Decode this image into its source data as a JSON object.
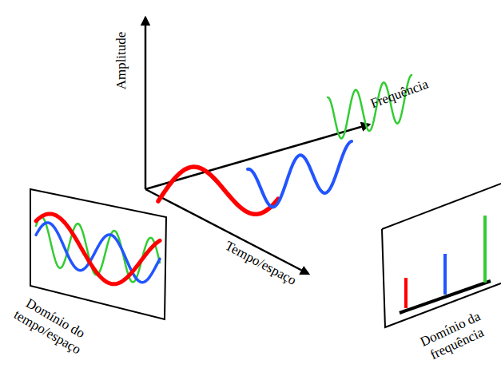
{
  "diagram": {
    "labels": [
      "Amplitude",
      "Frequência",
      "Tempo/espaço",
      "Domínio do tempo/espaço",
      "Domínio da frequência"
    ]
  }
}
